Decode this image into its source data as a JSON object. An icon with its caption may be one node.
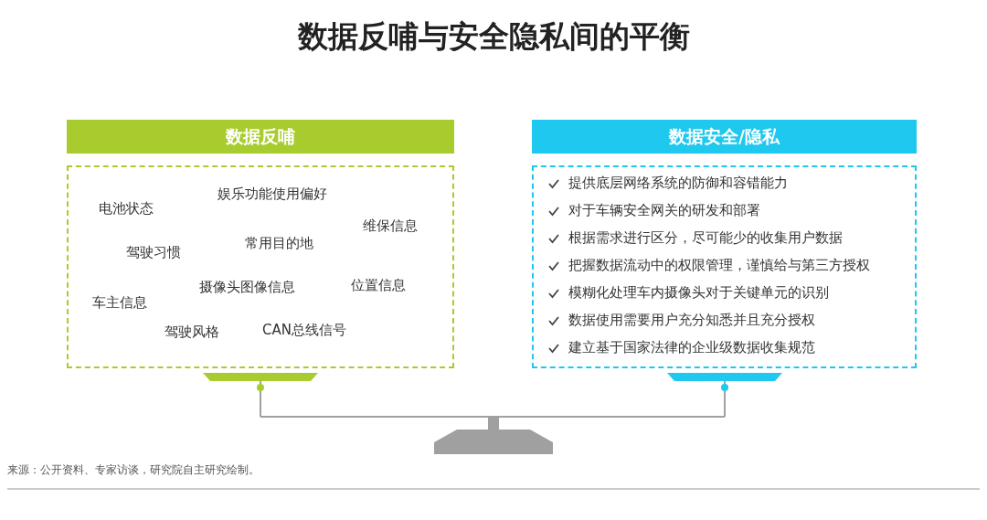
{
  "diagram": {
    "title": "数据反哺与安全隐私间的平衡",
    "nodes": [
      {
        "text": [
          "数据反哺"
        ]
      },
      {
        "text": [
          "娱乐功能使用偏好",
          "电池状态",
          "维保信息",
          "常用目的地",
          "驾驶习惯",
          "位置信息",
          "摄像头图像信息",
          "车主信息",
          "驾驶风格",
          "CAN总线信号"
        ]
      },
      {
        "text": [
          "数据安全/隐私"
        ]
      },
      {
        "text": [
          "提供底层网络系统的防御和容错能力",
          "对于车辆安全网关的研发和部署",
          "根据需求进行区分，尽可能少的收集用户数据",
          "把握数据流动中的权限管理，谨慎给与第三方授权",
          "模糊化处理车内摄像头对于关键单元的识别",
          "数据使用需要用户充分知悉并且充分授权",
          "建立基于国家法律的企业级数据收集规范"
        ]
      }
    ],
    "edges": [],
    "labels": [
      "来源：公开资料、专家访谈，研究院自主研究绘制。"
    ]
  }
}
